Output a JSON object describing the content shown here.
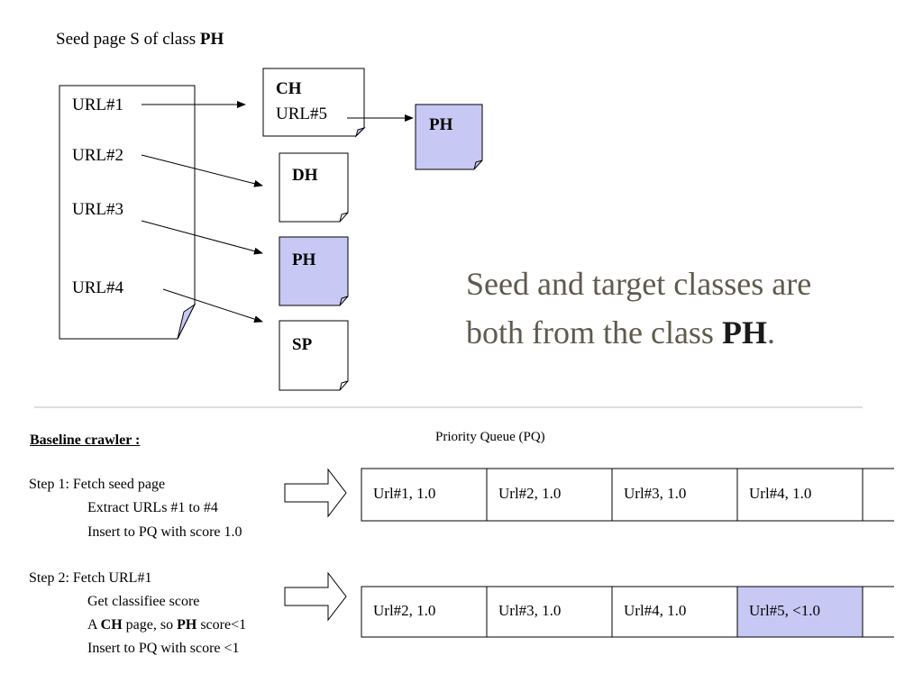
{
  "seed_caption": {
    "prefix": "Seed page S of class ",
    "class": "PH"
  },
  "seed_page": {
    "urls": [
      "URL#1",
      "URL#2",
      "URL#3",
      "URL#4"
    ]
  },
  "targets": {
    "ch_page": {
      "label": "CH",
      "url": "URL#5"
    },
    "ph_linked": {
      "label": "PH"
    },
    "dh_page": {
      "label": "DH"
    },
    "ph_page": {
      "label": "PH"
    },
    "sp_page": {
      "label": "SP"
    }
  },
  "statement": {
    "line1": "Seed and target classes are",
    "line2_prefix": "both from the class ",
    "line2_class": "PH",
    "line2_suffix": "."
  },
  "baseline": {
    "heading": "Baseline crawler :",
    "queue_title": "Priority Queue (PQ)",
    "step1": {
      "line1": "Step 1: Fetch seed page",
      "line2": "Extract URLs #1 to #4",
      "line3": "Insert to PQ with score 1.0"
    },
    "step2": {
      "line1": "Step 2: Fetch URL#1",
      "line2": "Get classifiee score",
      "line3_a": "A ",
      "line3_b": "CH",
      "line3_c": " page, so ",
      "line3_d": "PH",
      "line3_e": " score<1",
      "line4": "Insert to PQ with score <1"
    },
    "queue1": [
      "Url#1, 1.0",
      "Url#2, 1.0",
      "Url#3, 1.0",
      "Url#4, 1.0"
    ],
    "queue2": [
      "Url#2, 1.0",
      "Url#3, 1.0",
      "Url#4, 1.0",
      "Url#5, <1.0"
    ]
  },
  "colors": {
    "highlight": "#c8c8f4",
    "statement_text": "#5e5a4e"
  }
}
